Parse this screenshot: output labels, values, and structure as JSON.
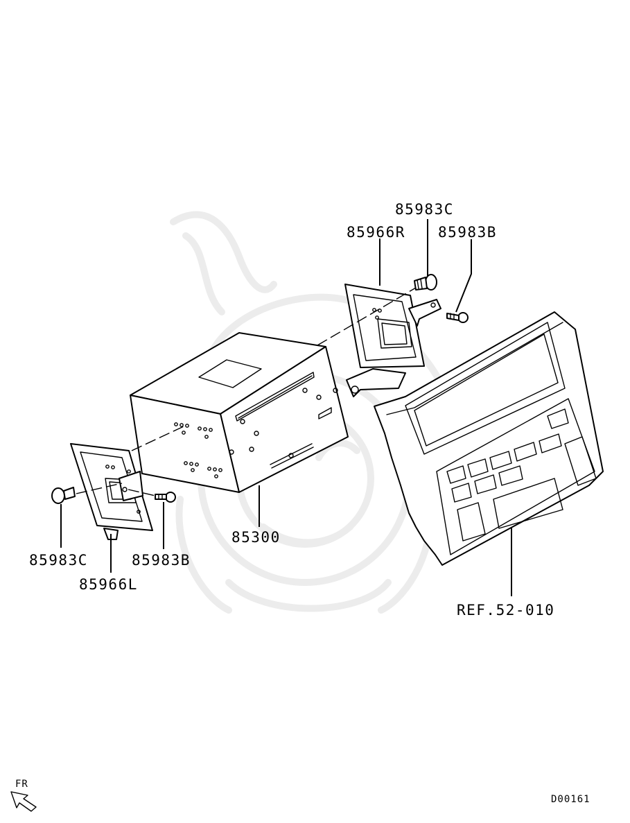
{
  "diagram": {
    "parts": {
      "p85983C_top": "85983C",
      "p85966R": "85966R",
      "p85983B_top": "85983B",
      "p85300": "85300",
      "p85983C_bottom": "85983C",
      "p85983B_bottom": "85983B",
      "p85966L": "85966L",
      "ref": "REF.52-010"
    },
    "direction_label": "FR",
    "diagram_code": "D00161"
  },
  "icons": {
    "direction": "arrow-up-left-icon",
    "watermark": "samurai-helmet-watermark-icon"
  }
}
